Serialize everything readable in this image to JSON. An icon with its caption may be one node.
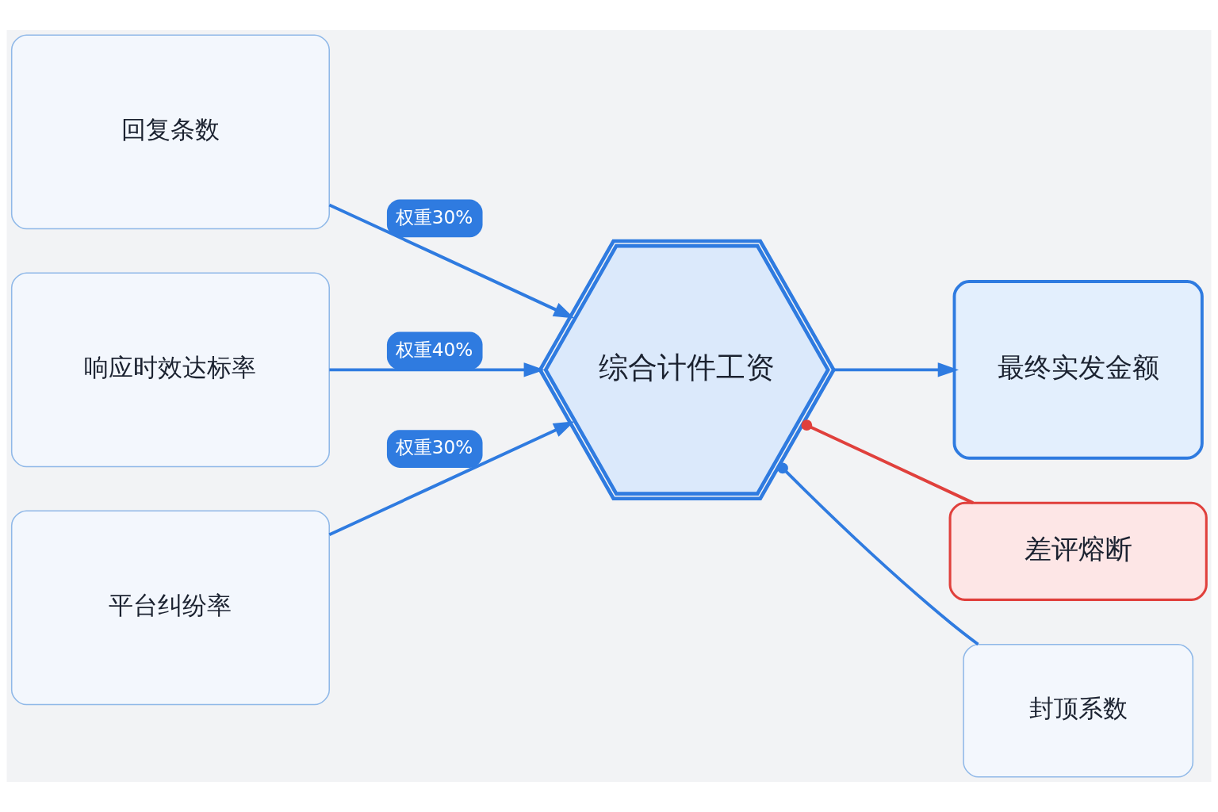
{
  "diagram": {
    "nodes": [
      {
        "text": [
          "回复条数"
        ]
      },
      {
        "text": [
          "响应时效达标率"
        ]
      },
      {
        "text": [
          "平台纠纷率"
        ]
      },
      {
        "text": [
          "综合计件工资"
        ]
      },
      {
        "text": [
          "差评熔断"
        ]
      },
      {
        "text": [
          "最终实发金额"
        ]
      },
      {
        "text": [
          "封顶系数"
        ]
      }
    ],
    "edges": [
      {
        "from": 0,
        "to": 3,
        "arrow": "to",
        "label": "权重30%"
      },
      {
        "from": 1,
        "to": 3,
        "arrow": "to",
        "label": "权重40%"
      },
      {
        "from": 2,
        "to": 3,
        "arrow": "to",
        "label": "权重30%"
      },
      {
        "from": 4,
        "to": 3,
        "arrow": "other",
        "color": "#e0403c"
      },
      {
        "from": 3,
        "to": 5,
        "arrow": "to"
      },
      {
        "from": 6,
        "to": 3,
        "arrow": "other"
      }
    ]
  }
}
